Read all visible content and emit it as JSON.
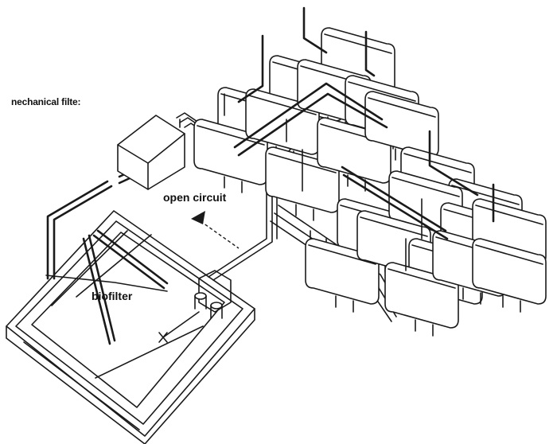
{
  "labels": {
    "mechanical_filter": "nechanical filte:",
    "open_circuit": "open circuit",
    "biofilter": "biofilter"
  },
  "colors": {
    "ink": "#1a1a1a",
    "paper": "#ffffff"
  }
}
